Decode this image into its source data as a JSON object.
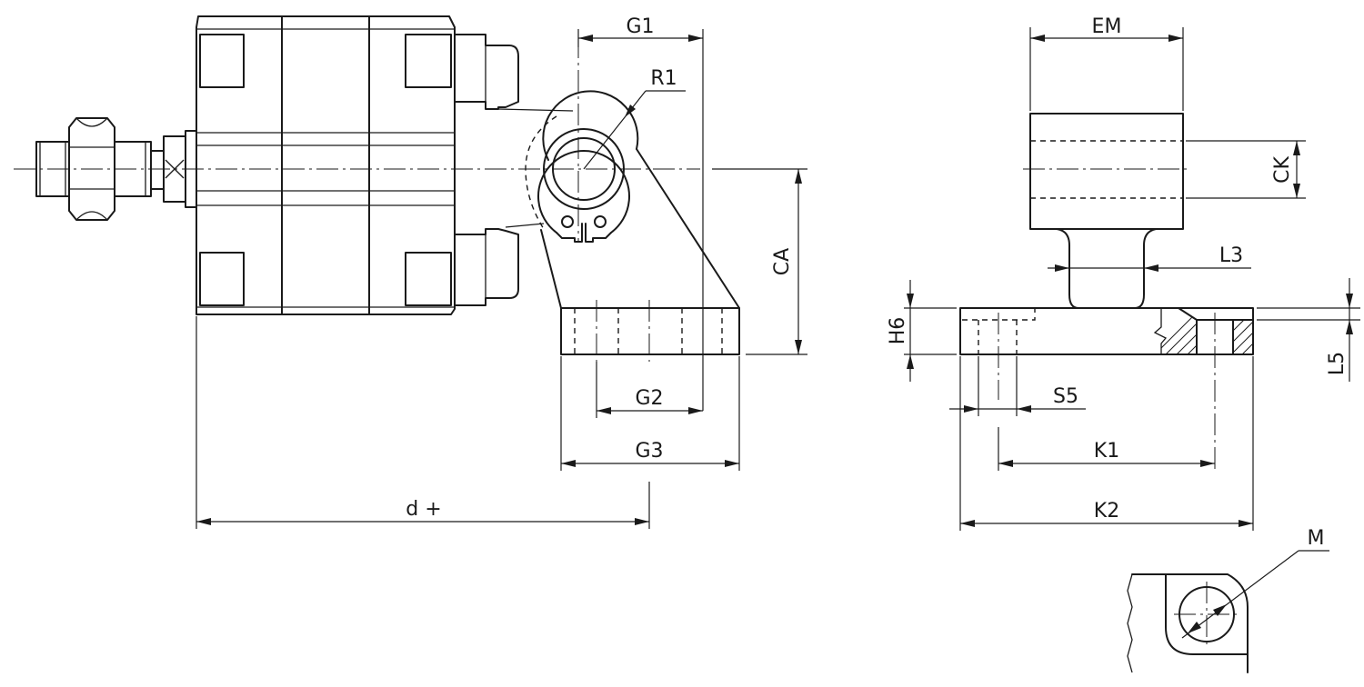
{
  "labels": {
    "g1": "G1",
    "r1": "R1",
    "ca": "CA",
    "g2": "G2",
    "g3": "G3",
    "d_plus": "d +",
    "em": "EM",
    "ck": "CK",
    "l3": "L3",
    "h6": "H6",
    "l5": "L5",
    "s5": "S5",
    "k1": "K1",
    "k2": "K2",
    "m": "M"
  }
}
